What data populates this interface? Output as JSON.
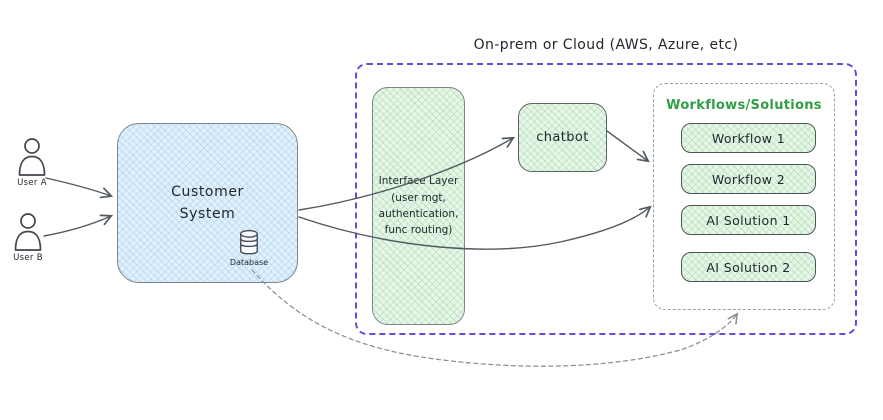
{
  "canvas": {
    "title": "On-prem or Cloud (AWS, Azure, etc)"
  },
  "actors": [
    {
      "label": "User A"
    },
    {
      "label": "User B"
    }
  ],
  "customer_system": {
    "label_lines": [
      "Customer",
      "System"
    ],
    "database_label": "Database"
  },
  "interface_layer": {
    "label_lines": [
      "Interface Layer",
      "(user mgt,",
      "authentication,",
      "func routing)"
    ]
  },
  "chatbot": {
    "label": "chatbot"
  },
  "workflows": {
    "title": "Workflows/Solutions",
    "items": [
      "Workflow 1",
      "Workflow 2",
      "AI Solution 1",
      "AI Solution 2"
    ]
  },
  "connections": [
    {
      "from": "User A",
      "to": "Customer System",
      "style": "solid-arrow"
    },
    {
      "from": "User B",
      "to": "Customer System",
      "style": "solid-arrow"
    },
    {
      "from": "Customer System",
      "to": "chatbot",
      "style": "solid-arrow"
    },
    {
      "from": "Customer System",
      "to": "Workflows/Solutions",
      "style": "solid-arrow"
    },
    {
      "from": "chatbot",
      "to": "Workflows/Solutions",
      "style": "solid-arrow"
    },
    {
      "from": "Database",
      "to": "Workflows/Solutions",
      "style": "dashed-arrow"
    }
  ],
  "colors": {
    "boundary_purple": "#6848dd",
    "workflows_title_green": "#2f9e44",
    "node_blue_fill": "#e2f0fb",
    "node_green_fill": "#e7f6e8",
    "stroke_dark": "#525a61",
    "stroke_dashed_gray": "#8b939a",
    "text": "#22282d"
  }
}
